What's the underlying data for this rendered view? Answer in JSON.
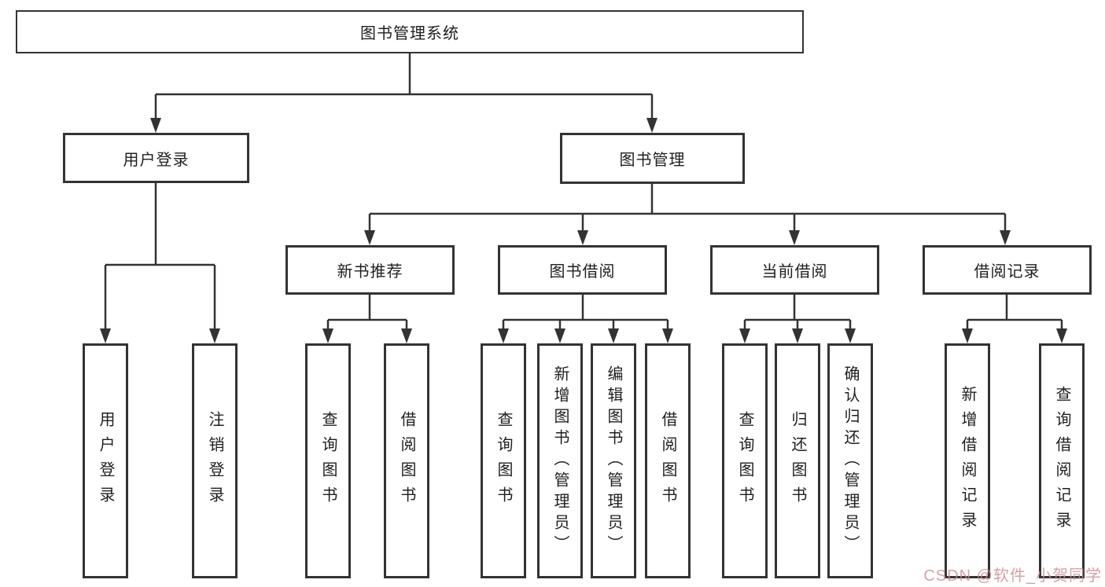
{
  "diagram": {
    "root": {
      "label": "图书管理系统"
    },
    "branches": [
      {
        "label": "用户登录",
        "children": [
          {
            "label": "用户登录"
          },
          {
            "label": "注销登录"
          }
        ]
      },
      {
        "label": "图书管理",
        "children": [
          {
            "label": "新书推荐",
            "children": [
              {
                "label": "查询图书"
              },
              {
                "label": "借阅图书"
              }
            ]
          },
          {
            "label": "图书借阅",
            "children": [
              {
                "label": "查询图书"
              },
              {
                "label": "新增图书（管理员）"
              },
              {
                "label": "编辑图书（管理员）"
              },
              {
                "label": "借阅图书"
              }
            ]
          },
          {
            "label": "当前借阅",
            "children": [
              {
                "label": "查询图书"
              },
              {
                "label": "归还图书"
              },
              {
                "label": "确认归还（管理员）"
              }
            ]
          },
          {
            "label": "借阅记录",
            "children": [
              {
                "label": "新增借阅记录"
              },
              {
                "label": "查询借阅记录"
              }
            ]
          }
        ]
      }
    ]
  },
  "watermark": {
    "text": "CSDN @软件_小贺同学",
    "color": "#c98b90"
  },
  "colors": {
    "line": "#333333",
    "box_border": "#333333",
    "text": "#1f1f1f",
    "background": "#ffffff"
  }
}
